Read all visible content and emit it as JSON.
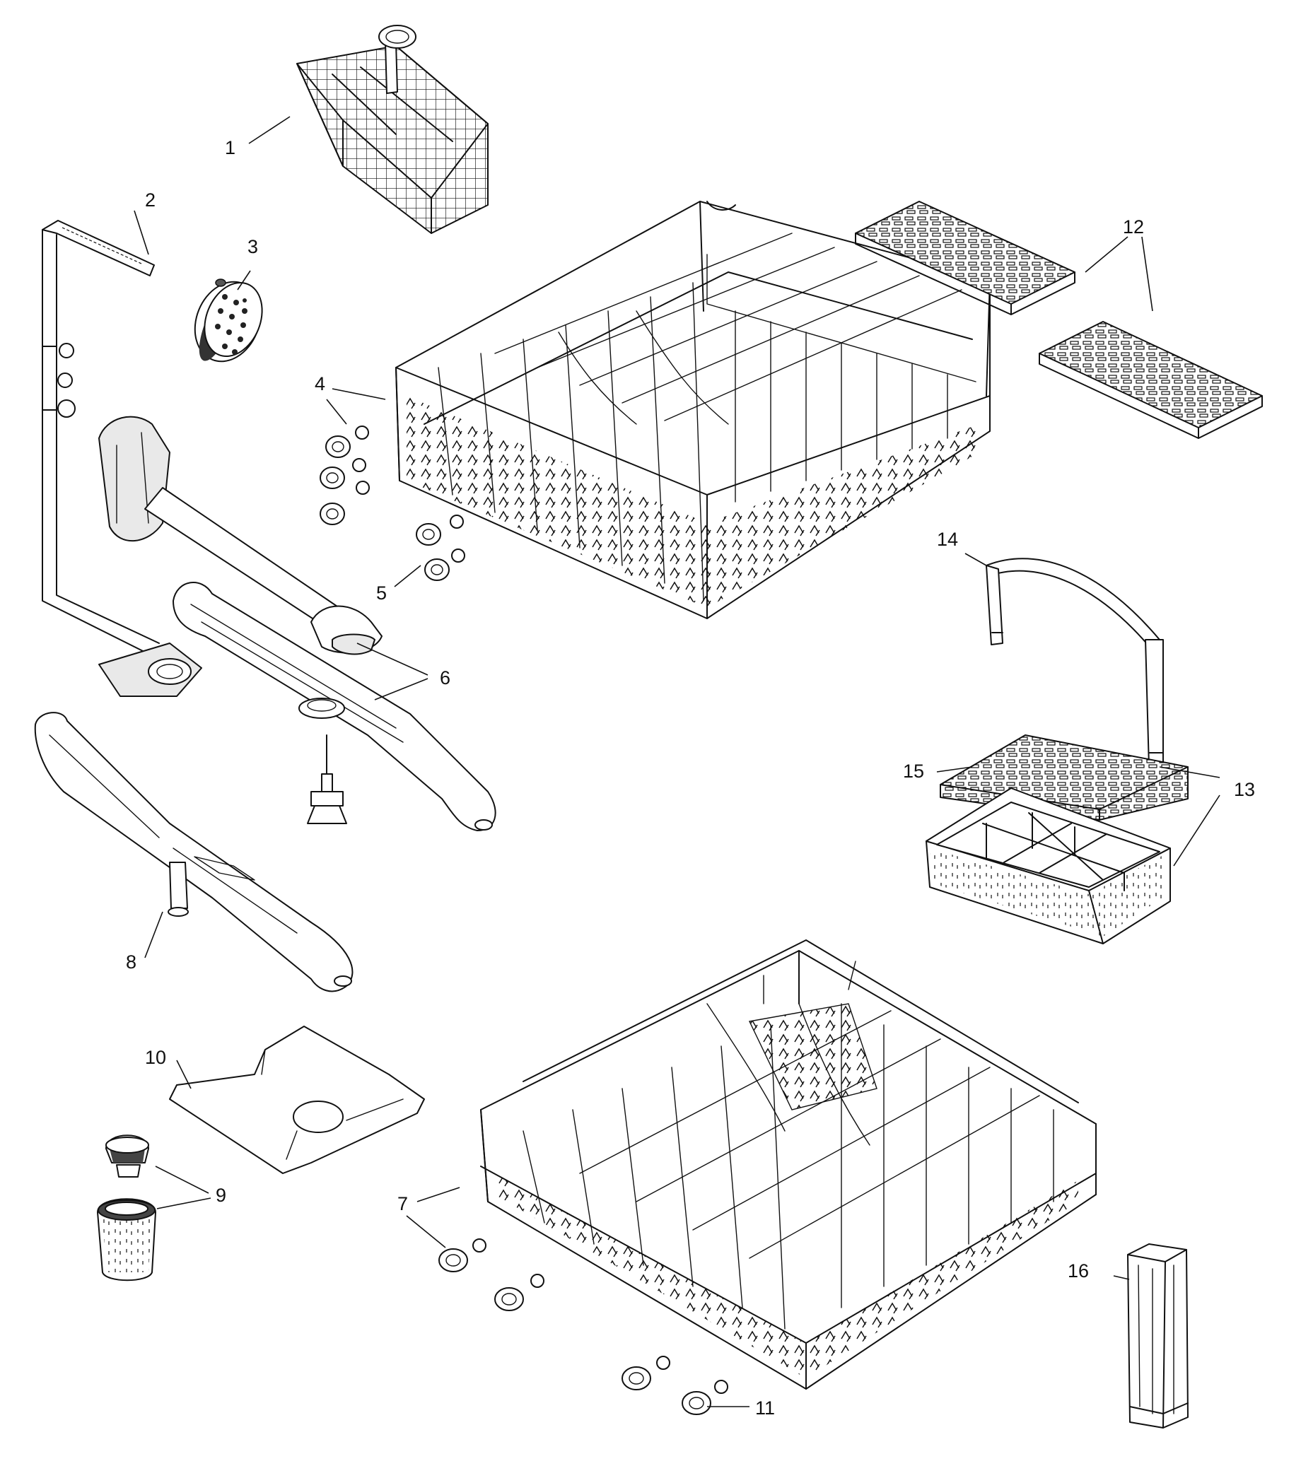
{
  "callouts": {
    "c1": "1",
    "c2": "2",
    "c3": "3",
    "c4": "4",
    "c5": "5",
    "c6": "6",
    "c7": "7",
    "c8": "8",
    "c9": "9",
    "c10": "10",
    "c11": "11",
    "c12": "12",
    "c13": "13",
    "c14": "14",
    "c15": "15",
    "c16": "16"
  },
  "icons": {
    "part-1": "cutlery-basket-icon",
    "part-2": "spray-arm-feed-tube-icon",
    "part-3": "filter-disc-icon",
    "part-4": "upper-rack-roller-icon",
    "part-5": "upper-rack-roller-icon",
    "part-6": "upper-spray-arm-icon",
    "part-7": "lower-rack-roller-icon",
    "part-8": "lower-spray-arm-icon",
    "part-9": "drain-filter-icon",
    "part-10": "filter-plate-icon",
    "part-11": "lower-rack-roller-icon",
    "part-12": "cup-shelf-insert-icon",
    "part-13": "cutlery-basket-icon",
    "part-14": "basket-handle-icon",
    "part-15": "basket-lid-grid-icon",
    "part-16": "small-basket-icon"
  }
}
